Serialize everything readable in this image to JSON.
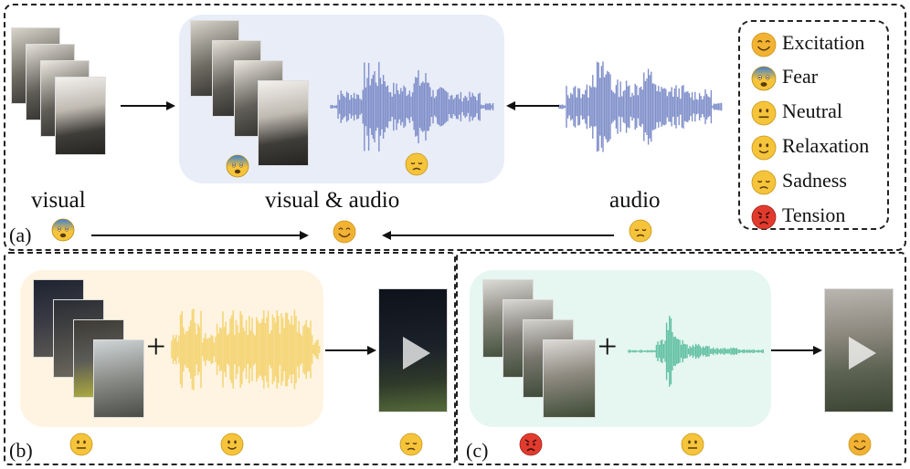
{
  "panel_a": {
    "tag": "(a)",
    "visual_label": "visual",
    "visual_audio_label": "visual & audio",
    "audio_label": "audio"
  },
  "panel_b": {
    "tag": "(b)"
  },
  "panel_c": {
    "tag": "(c)"
  },
  "plus_sign": "+",
  "legend": [
    {
      "label": "Excitation",
      "emotion": "excitation",
      "color": "#f2b233"
    },
    {
      "label": "Fear",
      "emotion": "fear",
      "color": "#2f80c8"
    },
    {
      "label": "Neutral",
      "emotion": "neutral",
      "color": "#f5c43a"
    },
    {
      "label": "Relaxation",
      "emotion": "relaxation",
      "color": "#f5c43a"
    },
    {
      "label": "Sadness",
      "emotion": "sadness",
      "color": "#f5c43a"
    },
    {
      "label": "Tension",
      "emotion": "tension",
      "color": "#e23b2e"
    }
  ],
  "colors": {
    "waveform_blue": "#7f8fca",
    "waveform_yellow": "#f5d67a",
    "waveform_green": "#62c1a3",
    "bg_blue": "#e9edf8",
    "bg_yellow": "#fff4e1",
    "bg_green": "#e6f6f1"
  }
}
